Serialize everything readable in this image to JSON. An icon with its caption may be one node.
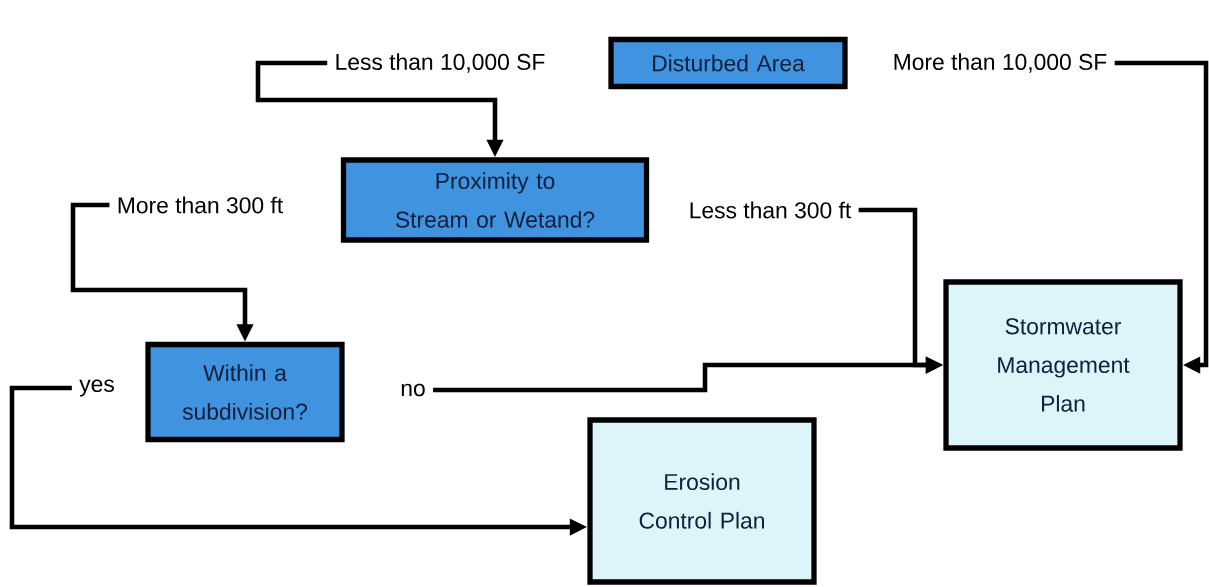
{
  "diagram": {
    "nodes": [
      {
        "text": [
          "Disturbed Area"
        ]
      },
      {
        "text": [
          "Less than 10,000 SF"
        ]
      },
      {
        "text": [
          "More than 10,000 SF"
        ]
      },
      {
        "text": [
          "Proximity to Stream or Wetand?"
        ]
      },
      {
        "text": [
          "More than 300 ft"
        ]
      },
      {
        "text": [
          "Less than 300 ft"
        ]
      },
      {
        "text": [
          "Within a subdivision?"
        ]
      },
      {
        "text": [
          "yes"
        ]
      },
      {
        "text": [
          "no"
        ]
      },
      {
        "text": [
          "Stormwater Management Plan"
        ]
      },
      {
        "text": [
          "Erosion Control Plan"
        ]
      }
    ],
    "edges": [
      {
        "from": 1,
        "to": 3,
        "arrow": "to"
      },
      {
        "from": 2,
        "to": 9,
        "arrow": "to"
      },
      {
        "from": 4,
        "to": 6,
        "arrow": "to"
      },
      {
        "from": 5,
        "to": 9,
        "arrow": "to"
      },
      {
        "from": 7,
        "to": 10,
        "arrow": "to"
      },
      {
        "from": 8,
        "to": 9,
        "arrow": "to"
      }
    ]
  }
}
